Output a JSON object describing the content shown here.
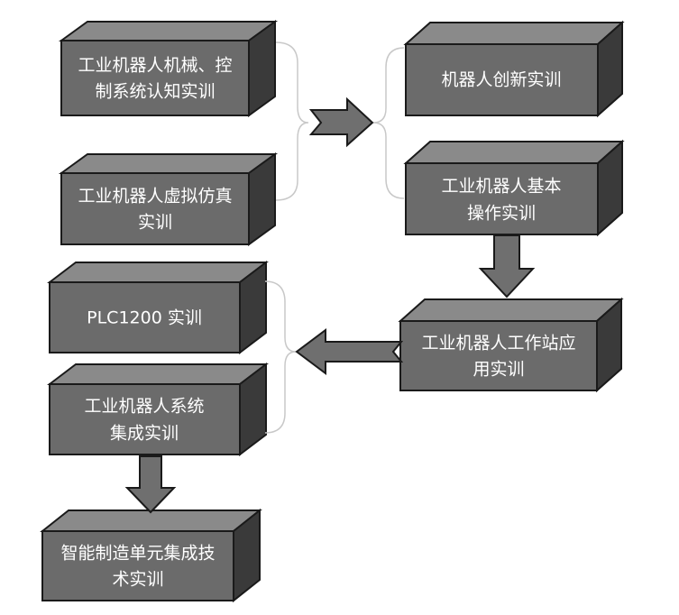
{
  "boxes": {
    "b1": [
      "工业机器人机械、控",
      "制系统认知实训"
    ],
    "b2": [
      "工业机器人虚拟仿真",
      "实训"
    ],
    "b3": [
      "机器人创新实训"
    ],
    "b4": [
      "工业机器人基本",
      "操作实训"
    ],
    "b5": [
      "PLC1200 实训"
    ],
    "b6": [
      "工业机器人工作站应",
      "用实训"
    ],
    "b7": [
      "工业机器人系统",
      "集成实训"
    ],
    "b8": [
      "智能制造单元集成技",
      "术实训"
    ]
  },
  "colors": {
    "front": "#6b6b6b",
    "top": "#8a8a8a",
    "side": "#3a3a3a",
    "arrow": "#6f6f6f",
    "text": "#ffffff"
  }
}
